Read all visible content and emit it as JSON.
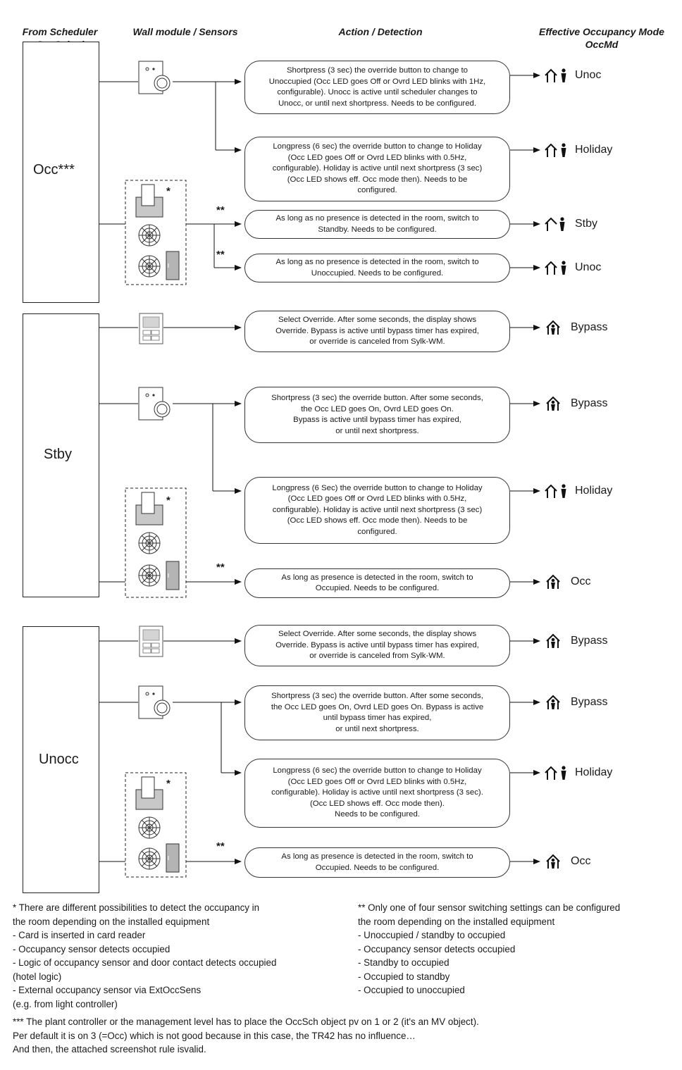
{
  "headers": {
    "col1": [
      "From Scheduler",
      "OccSched"
    ],
    "col2": "Wall module / Sensors",
    "col3": "Action / Detection",
    "col4": [
      "Effective Occupancy Mode",
      "OccMd"
    ]
  },
  "states": {
    "occ": "Occ***",
    "stby": "Stby",
    "unocc": "Unocc"
  },
  "markers": {
    "single": "*",
    "double": "**"
  },
  "actions": {
    "occ_short": [
      "Shortpress (3 sec) the override button to change to",
      "Unoccupied (Occ LED goes Off or Ovrd LED blinks with 1Hz,",
      "configurable). Unocc is active until scheduler changes to",
      "Unocc, or until next shortpress. Needs to be configured."
    ],
    "occ_long": [
      "Longpress (6 sec) the override button to change to Holiday",
      "(Occ LED goes Off or Ovrd LED blinks with 0.5Hz,",
      "configurable). Holiday is active until next shortpress (3 sec)",
      "(Occ LED shows eff. Occ mode then). Needs to be",
      "configured."
    ],
    "occ_sens1": [
      "As long as no presence is detected in the room, switch to",
      "Standby. Needs to be configured."
    ],
    "occ_sens2": [
      "As long as no presence is detected in the room, switch to",
      "Unoccupied. Needs to be configured."
    ],
    "stby_override": [
      "Select Override. After some seconds, the display shows",
      "Override. Bypass is active until bypass timer has expired,",
      "or override is canceled from Sylk-WM."
    ],
    "stby_short": [
      "Shortpress (3 sec) the override button. After some seconds,",
      "the Occ LED goes On, Ovrd LED goes On.",
      "Bypass is active until bypass timer has expired,",
      "or until next shortpress."
    ],
    "stby_long": [
      "Longpress (6 Sec) the override button to change to Holiday",
      "(Occ LED goes Off or Ovrd LED blinks with 0.5Hz,",
      "configurable). Holiday is active until next shortpress (3 sec)",
      "(Occ LED shows eff. Occ mode then). Needs to be",
      "configured."
    ],
    "stby_sens": [
      "As long as presence is detected in the room, switch to",
      "Occupied. Needs to be configured."
    ],
    "unocc_override": [
      "Select Override. After some seconds, the display shows",
      "Override. Bypass is active until bypass timer has expired,",
      "or override is canceled from Sylk-WM."
    ],
    "unocc_short": [
      "Shortpress (3 sec) the override button. After some seconds,",
      "the Occ LED goes On, Ovrd LED goes On. Bypass is active",
      "until bypass timer has expired,",
      "or until next shortpress."
    ],
    "unocc_long": [
      "Longpress (6 sec) the override button to change to Holiday",
      "(Occ LED goes Off or Ovrd LED blinks with 0.5Hz,",
      "configurable). Holiday is active until next shortpress (3 sec).",
      "(Occ LED shows eff. Occ mode then).",
      "Needs to be configured."
    ],
    "unocc_sens": [
      "As long as presence is detected in the room, switch to",
      "Occupied. Needs to be configured."
    ]
  },
  "modes": {
    "m1": "Unoc",
    "m2": "Holiday",
    "m3": "Stby",
    "m4": "Unoc",
    "m5": "Bypass",
    "m6": "Bypass",
    "m7": "Holiday",
    "m8": "Occ",
    "m9": "Bypass",
    "m10": "Bypass",
    "m11": "Holiday",
    "m12": "Occ"
  },
  "footnotes": {
    "note1": [
      "*  There are different possibilities to detect the occupancy in",
      "    the room depending on the installed equipment",
      "     - Card is inserted in card reader",
      "     - Occupancy sensor detects occupied",
      "     - Logic of occupancy sensor and door contact detects occupied",
      "       (hotel logic)",
      "     - External occupancy sensor via ExtOccSens",
      "       (e.g. from light controller)"
    ],
    "note2": [
      "**  Only one of four sensor switching settings can be configured",
      "      the room depending on the installed equipment",
      "       - Unoccupied / standby to occupied",
      "       - Occupancy sensor detects occupied",
      "       - Standby to occupied",
      "       - Occupied to standby",
      "       - Occupied to unoccupied"
    ],
    "note3": [
      "*** The plant controller or the management level has to place the OccSch object pv on 1 or 2 (it's an MV object).",
      "      Per default it is on 3 (=Occ) which is not good because in this case, the TR42 has no influence…",
      "      And then, the attached screenshot rule isvalid."
    ]
  }
}
